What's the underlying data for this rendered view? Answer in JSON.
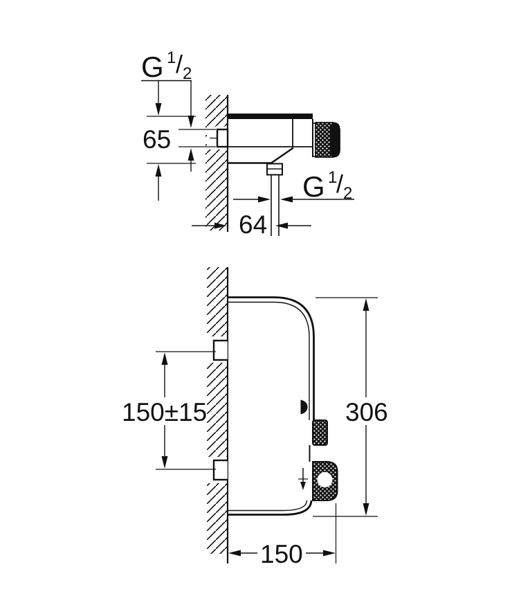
{
  "top_view": {
    "thread_top": {
      "prefix": "G",
      "numerator": "1",
      "slash": "/",
      "denominator": "2"
    },
    "body_height_mm": "65",
    "wall_to_outlet_mm": "64",
    "thread_outlet": {
      "prefix": "G",
      "numerator": "1",
      "slash": "/",
      "denominator": "2"
    }
  },
  "side_view": {
    "inlet_spacing_mm": "150±15",
    "overall_height_mm": "306",
    "overall_depth_mm": "150"
  },
  "colors": {
    "line": "#111111",
    "background": "#ffffff"
  }
}
